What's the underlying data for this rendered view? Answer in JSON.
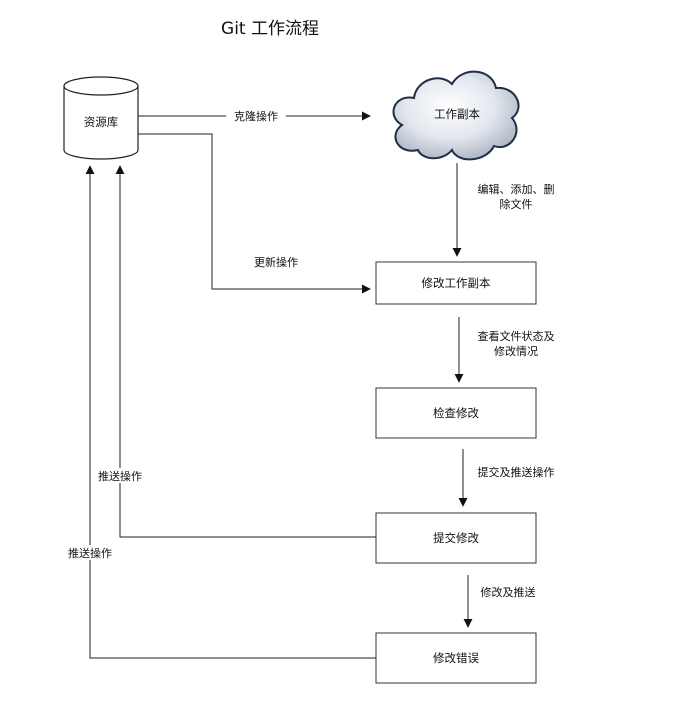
{
  "title": "Git 工作流程",
  "nodes": {
    "repository": "资源库",
    "working_copy": "工作副本",
    "modify_working_copy": "修改工作副本",
    "review_changes": "检查修改",
    "commit_changes": "提交修改",
    "fix_errors": "修改错误"
  },
  "edges": {
    "clone": "克隆操作",
    "edit_add_delete_line1": "编辑、添加、删",
    "edit_add_delete_line2": "除文件",
    "update": "更新操作",
    "view_status_line1": "查看文件状态及",
    "view_status_line2": "修改情况",
    "commit_and_push": "提交及推送操作",
    "push_inner": "推送操作",
    "push_outer": "推送操作",
    "modify_and_push": "修改及推送"
  },
  "colors": {
    "cloud_fill_light": "#ffffff",
    "cloud_fill_dark": "#a9b3c2",
    "cloud_stroke": "#1f2f45",
    "line": "#222222"
  }
}
